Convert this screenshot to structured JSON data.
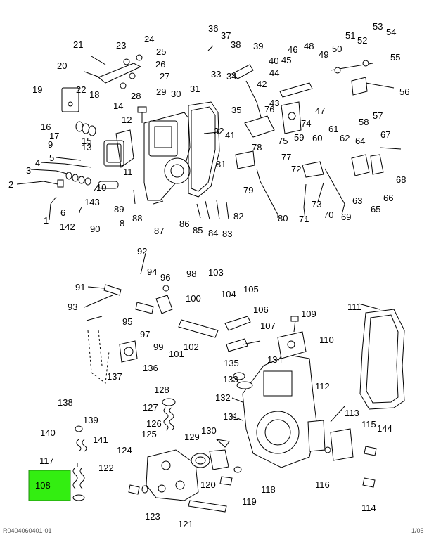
{
  "highlight": {
    "label": "108",
    "color": "#33ee11"
  },
  "footer": {
    "left": "R0404060401-01",
    "right": "1/05"
  },
  "labels": [
    "1",
    "2",
    "3",
    "4",
    "5",
    "6",
    "7",
    "8",
    "9",
    "10",
    "11",
    "12",
    "13",
    "14",
    "15",
    "16",
    "17",
    "18",
    "19",
    "20",
    "21",
    "22",
    "23",
    "24",
    "25",
    "26",
    "27",
    "28",
    "29",
    "30",
    "31",
    "32",
    "33",
    "34",
    "35",
    "36",
    "37",
    "38",
    "39",
    "40",
    "41",
    "42",
    "43",
    "44",
    "45",
    "46",
    "47",
    "48",
    "49",
    "50",
    "51",
    "52",
    "53",
    "54",
    "55",
    "56",
    "57",
    "58",
    "59",
    "60",
    "61",
    "62",
    "63",
    "64",
    "65",
    "66",
    "67",
    "68",
    "69",
    "70",
    "71",
    "72",
    "73",
    "74",
    "75",
    "76",
    "77",
    "78",
    "79",
    "80",
    "81",
    "82",
    "83",
    "84",
    "85",
    "86",
    "87",
    "88",
    "89",
    "90",
    "91",
    "92",
    "93",
    "94",
    "95",
    "96",
    "97",
    "98",
    "99",
    "100",
    "101",
    "102",
    "103",
    "104",
    "105",
    "106",
    "107",
    "109",
    "110",
    "111",
    "112",
    "113",
    "114",
    "115",
    "116",
    "117",
    "118",
    "119",
    "120",
    "121",
    "122",
    "123",
    "124",
    "125",
    "126",
    "127",
    "128",
    "129",
    "130",
    "131",
    "132",
    "133",
    "134",
    "135",
    "136",
    "137",
    "138",
    "139",
    "140",
    "141",
    "142",
    "143",
    "144"
  ]
}
